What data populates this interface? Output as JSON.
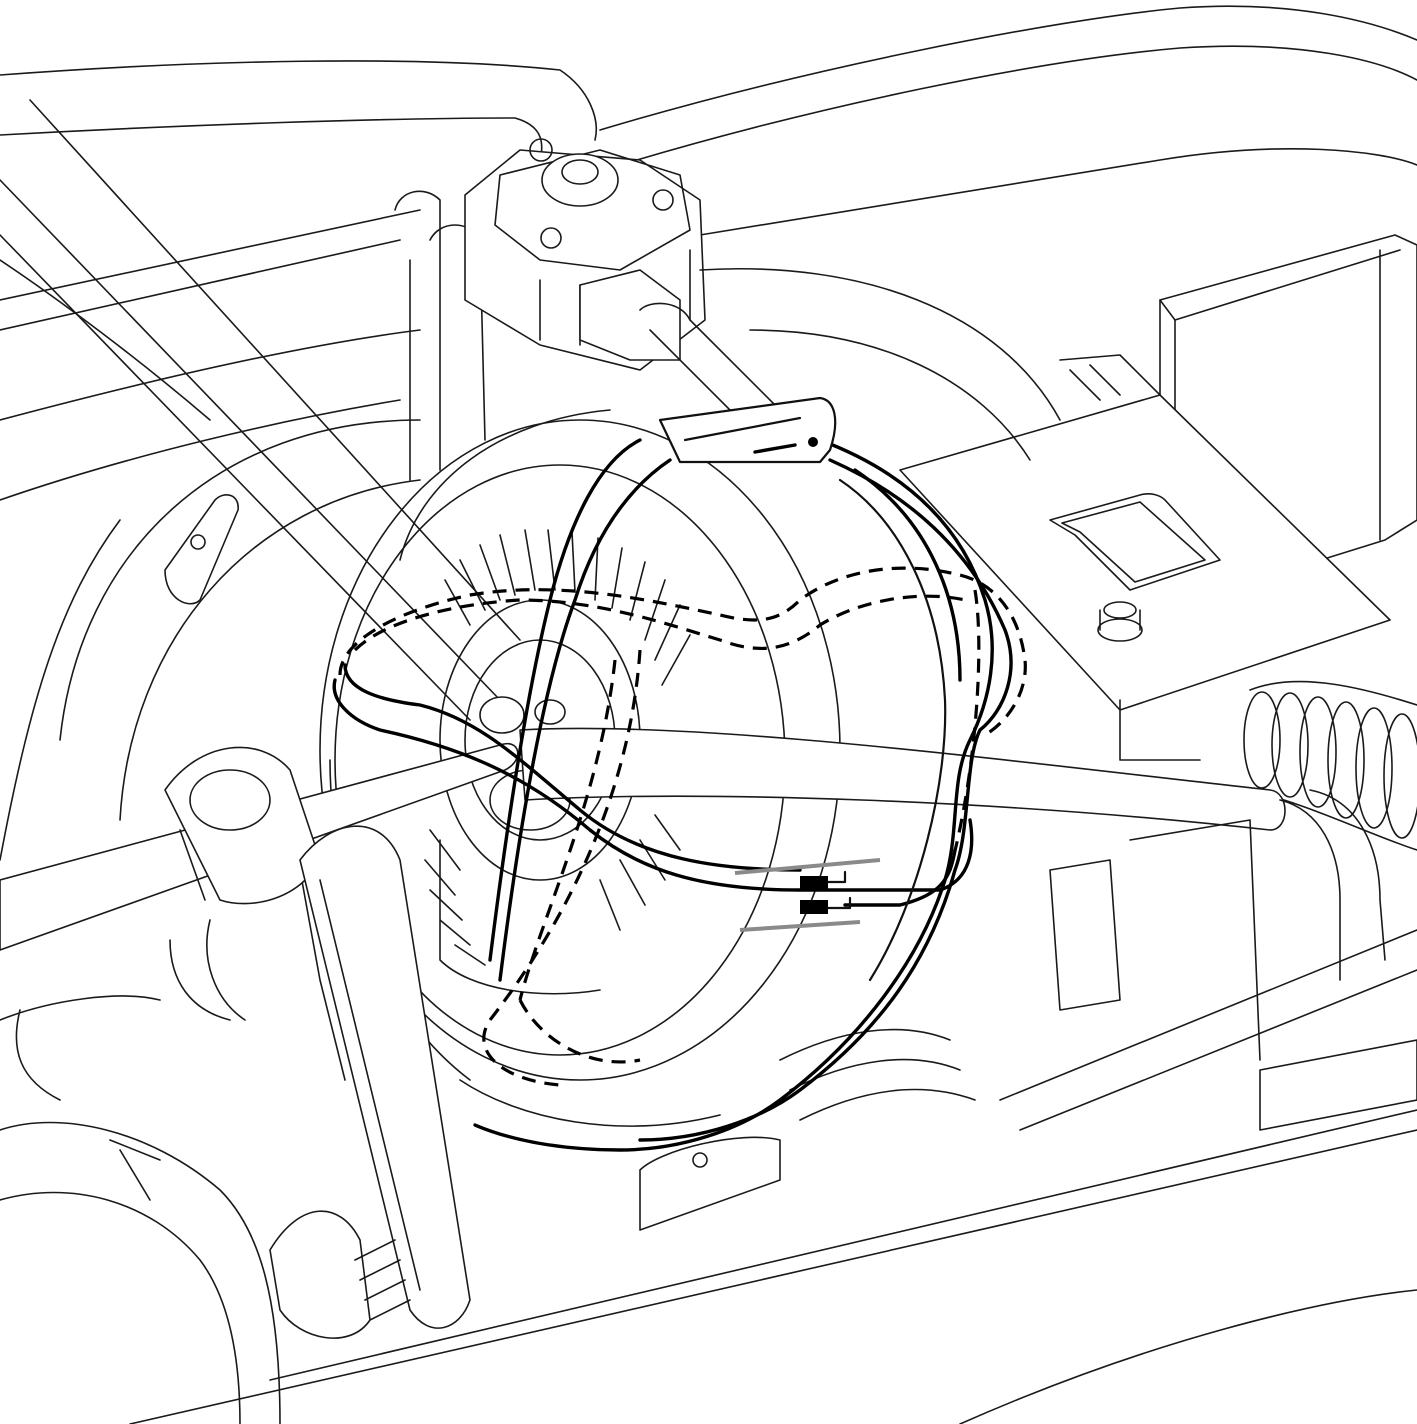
{
  "figure": {
    "kind": "technical line drawing",
    "caption": "",
    "colors": {
      "line": "#1a1a1a",
      "heavy_line": "#000000",
      "dashed_line": "#000000",
      "grey_bar": "#8a8a8a",
      "background": "#ffffff"
    },
    "parts": [
      "upper-body-panel",
      "roll-cage-tubes",
      "cross-brace-tube",
      "crossbar-tube",
      "filter-cap-assembly",
      "electronics-box",
      "motor-mount-plate",
      "corrugated-hose",
      "wheel-hub",
      "inner-rim-spokes",
      "tire-outline",
      "shock-absorber",
      "lower-chassis-rail",
      "wheel-well"
    ],
    "overlays": [
      "hanging-cable-loop-solid",
      "hanging-cable-loop-dashed",
      "top-mounting-clip",
      "connector-plug-pair"
    ]
  }
}
